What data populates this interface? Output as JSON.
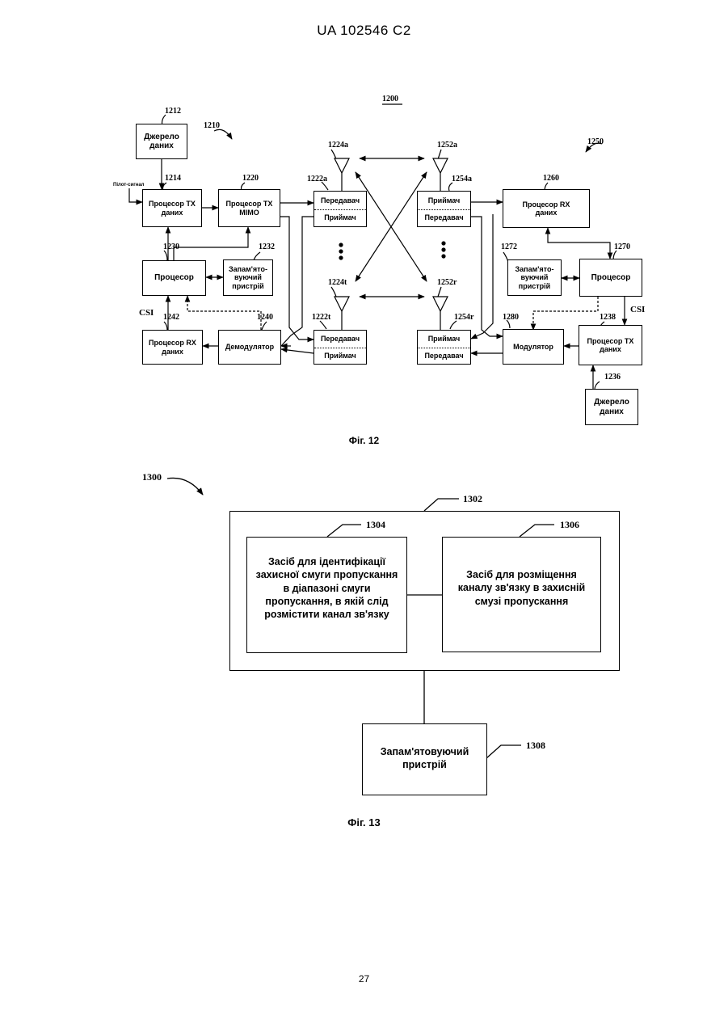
{
  "header": "UA   102546   C2",
  "page_number": "27",
  "fig12": {
    "caption": "Фіг. 12",
    "ref_main": "1200",
    "refs": {
      "r1210": "1210",
      "r1212": "1212",
      "r1214": "1214",
      "r1220": "1220",
      "r1222a": "1222a",
      "r1224a": "1224a",
      "r1252a": "1252a",
      "r1250": "1250",
      "r1254a": "1254a",
      "r1260": "1260",
      "r1230": "1230",
      "r1232": "1232",
      "r1272": "1272",
      "r1270": "1270",
      "r1224t": "1224t",
      "r1252r": "1252r",
      "r1242": "1242",
      "r1240": "1240",
      "r1222t": "1222t",
      "r1254r": "1254r",
      "r1280": "1280",
      "r1238": "1238",
      "r1236": "1236"
    },
    "pilot_label": "Пілот-сигнал",
    "csi_left": "CSI",
    "csi_right": "CSI",
    "boxes": {
      "data_source_left": "Джерело\nданих",
      "tx_data_proc_left": "Процесор  TX\nданих",
      "tx_mimo_proc": "Процесор  TX\nMIMO",
      "processor_left": "Процесор",
      "memory_left": "Запам'ято-\nвуючий\nпристрій",
      "rx_data_proc_left": "Процесор  RX\nданих",
      "demodulator": "Демодулятор",
      "rx_data_proc_right": "Процесор  RX\nданих",
      "memory_right": "Запам'ято-\nвуючий\nпристрій",
      "processor_right": "Процесор",
      "modulator": "Модулятор",
      "tx_data_proc_right": "Процесор  TX\nданих",
      "data_source_right": "Джерело\nданих"
    },
    "transceivers": {
      "transmitter": "Передавач",
      "receiver": "Приймач"
    }
  },
  "fig13": {
    "caption": "Фіг. 13",
    "ref_main": "1300",
    "r1302": "1302",
    "r1304": "1304",
    "r1306": "1306",
    "r1308": "1308",
    "box_identify": "Засіб для ідентифікації\nзахисної смуги пропускання\nв діапазоні смуги\nпропускання, в якій слід\nрозмістити канал зв'язку",
    "box_place": "Засіб для розміщення\nканалу зв'язку  в захисній\nсмузі пропускання",
    "box_memory": "Запам'ятовуючий\nпристрій"
  }
}
